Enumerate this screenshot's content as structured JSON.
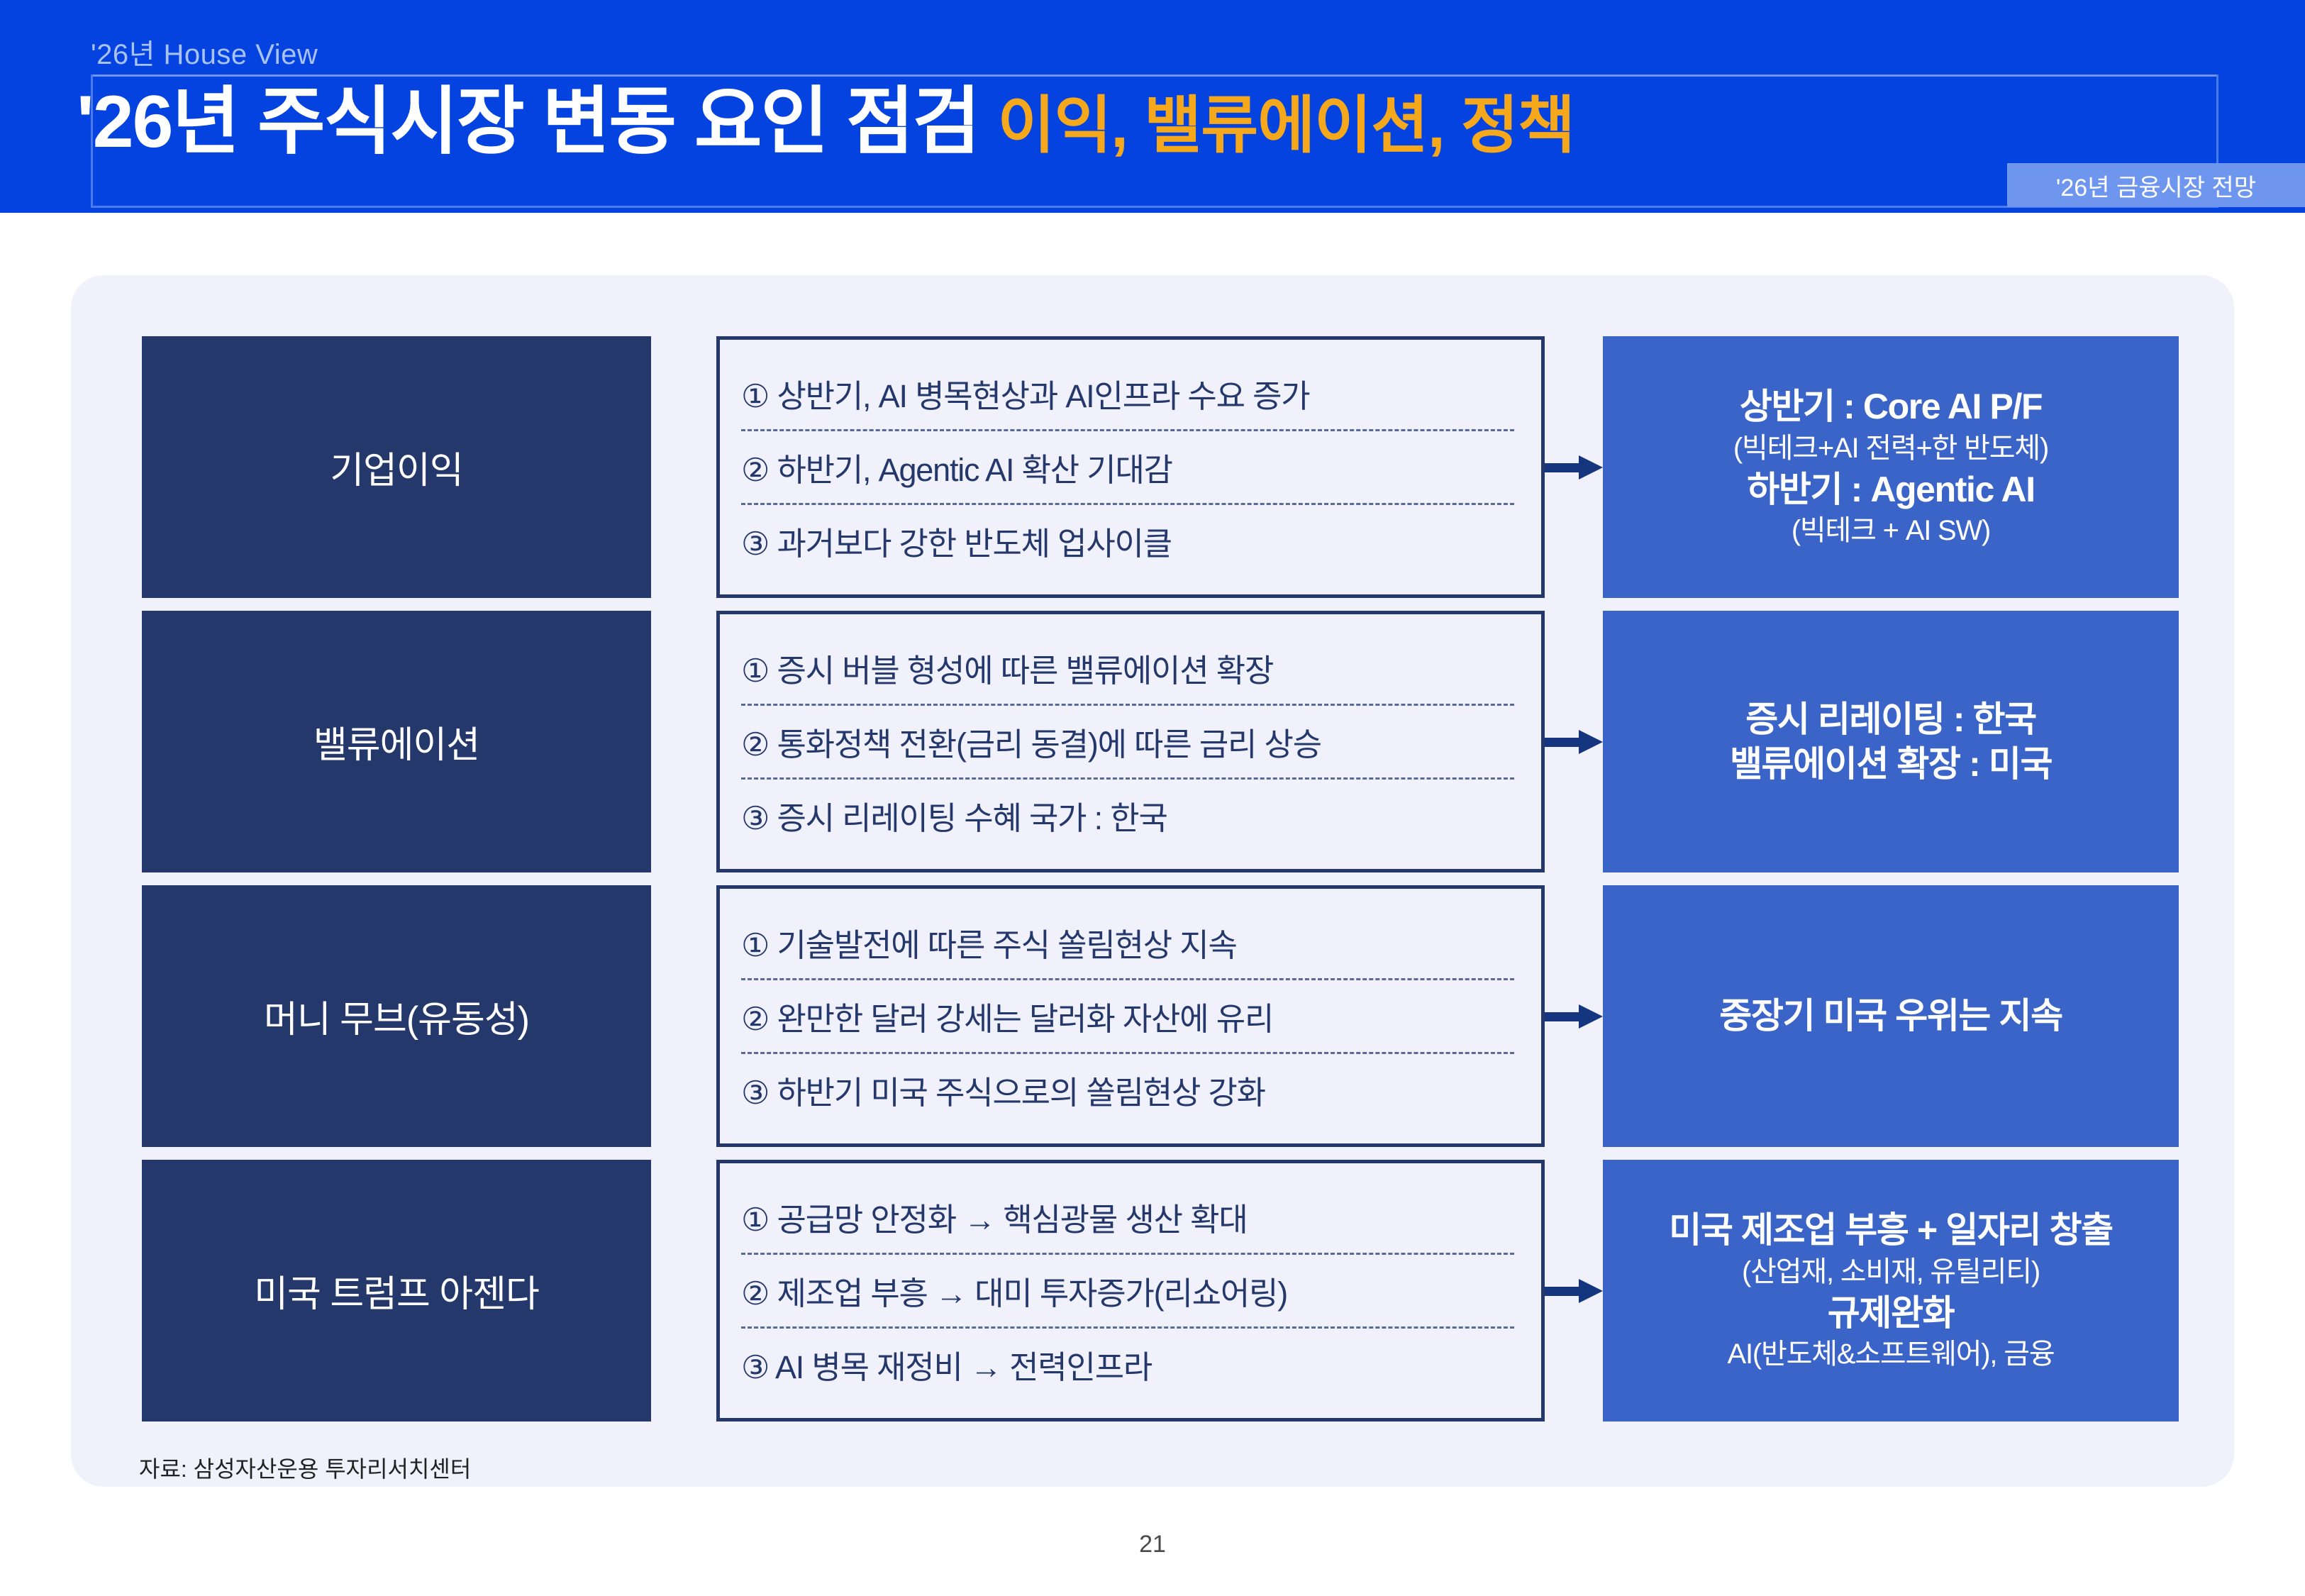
{
  "header": {
    "eyebrow": "'26년 House View",
    "title_main": "'26년 주식시장 변동 요인 점검",
    "title_accent": "이익, 밸류에이션, 정책",
    "badge": "'26년 금융시장 전망"
  },
  "rows": [
    {
      "category": "기업이익",
      "items": [
        "① 상반기, AI 병목현상과 AI인프라 수요 증가",
        "② 하반기, Agentic AI 확산 기대감",
        "③ 과거보다 강한 반도체 업사이클"
      ],
      "conclusion": [
        {
          "text": "상반기 : Core AI P/F",
          "style": "strong"
        },
        {
          "text": "(빅테크+AI 전력+한 반도체)",
          "style": "sub"
        },
        {
          "text": "하반기 : Agentic AI",
          "style": "strong"
        },
        {
          "text": "(빅테크 + AI SW)",
          "style": "sub"
        }
      ]
    },
    {
      "category": "밸류에이션",
      "items": [
        "① 증시 버블 형성에 따른 밸류에이션 확장",
        "② 통화정책 전환(금리 동결)에 따른 금리 상승",
        "③ 증시 리레이팅 수혜 국가 : 한국"
      ],
      "conclusion": [
        {
          "text": "증시 리레이팅 : 한국",
          "style": "strong"
        },
        {
          "text": "밸류에이션 확장 : 미국",
          "style": "strong"
        }
      ]
    },
    {
      "category": "머니 무브(유동성)",
      "items": [
        "① 기술발전에 따른 주식 쏠림현상 지속",
        "② 완만한 달러 강세는 달러화 자산에 유리",
        "③ 하반기 미국 주식으로의 쏠림현상 강화"
      ],
      "conclusion": [
        {
          "text": "중장기 미국 우위는 지속",
          "style": "strong"
        }
      ]
    },
    {
      "category": "미국 트럼프 아젠다",
      "items": [
        "① 공급망 안정화 → 핵심광물 생산 확대",
        "② 제조업 부흥 → 대미 투자증가(리쇼어링)",
        "③ AI 병목 재정비 → 전력인프라"
      ],
      "conclusion": [
        {
          "text": "미국 제조업 부흥 + 일자리 창출",
          "style": "strong"
        },
        {
          "text": "(산업재, 소비재, 유틸리티)",
          "style": "sub"
        },
        {
          "text": "규제완화",
          "style": "strong"
        },
        {
          "text": "AI(반도체&소프트웨어), 금융",
          "style": "sub"
        }
      ]
    }
  ],
  "footer": {
    "source": "자료: 삼성자산운용 투자리서치센터",
    "page_number": "21"
  },
  "colors": {
    "header_blue": "#0543E0",
    "accent_orange": "#F5A81C",
    "navy": "#25386B",
    "conclusion_blue": "#3B64C8",
    "panel_bg": "#F0F1FB",
    "badge_blue": "#6E96EE",
    "arrow_navy": "#15357E"
  }
}
